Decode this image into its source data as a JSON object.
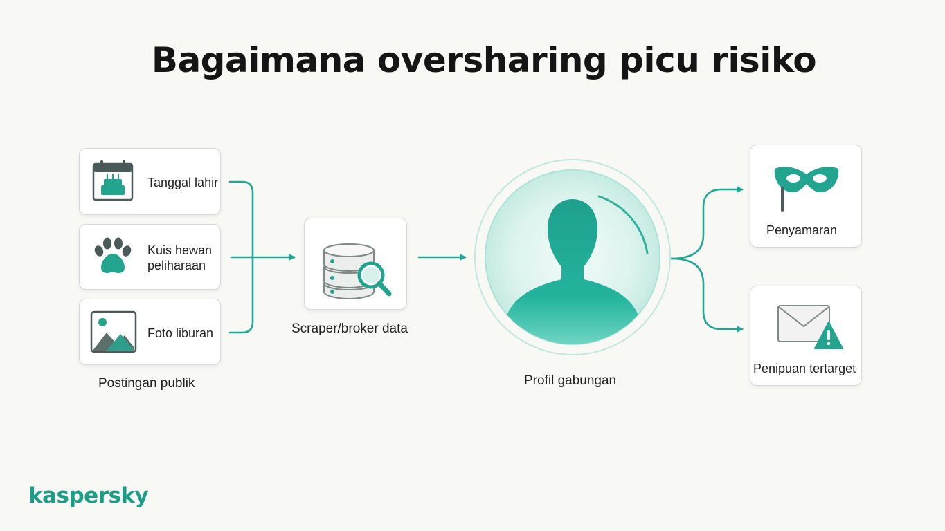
{
  "title": "Bagaimana oversharing picu risiko",
  "inputs": {
    "items": [
      {
        "label": "Tanggal lahir",
        "icon": "birthday-calendar-icon"
      },
      {
        "label": "Kuis hewan\npeliharaan",
        "icon": "paw-icon"
      },
      {
        "label": "Foto liburan",
        "icon": "photo-icon"
      }
    ],
    "caption": "Postingan publik"
  },
  "broker": {
    "label": "Scraper/broker data",
    "icon": "database-search-icon"
  },
  "profile": {
    "label": "Profil gabungan",
    "icon": "person-silhouette-icon"
  },
  "outcomes": [
    {
      "label": "Penyamaran",
      "icon": "mask-icon"
    },
    {
      "label": "Penipuan tertarget",
      "icon": "mail-warning-icon"
    }
  ],
  "brand": {
    "name": "kaspersky",
    "accent": "#1c9d88"
  }
}
